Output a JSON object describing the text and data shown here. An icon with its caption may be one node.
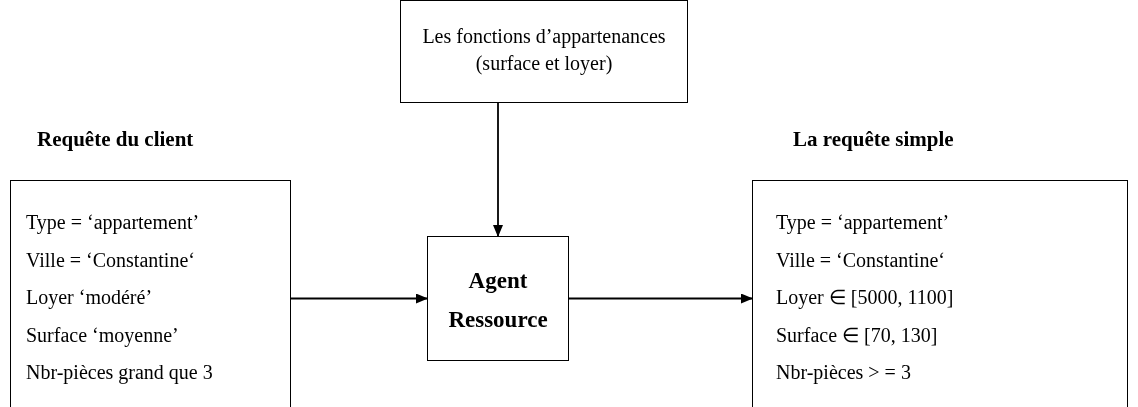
{
  "diagram": {
    "nodes": [
      {
        "text": [
          "Les fonctions d’appartenances (surface et loyer)"
        ]
      },
      {
        "text": [
          "Requête du client",
          "Type = ‘appartement’",
          "Ville  =  ‘Constantine‘",
          "Loyer ‘modéré’",
          "Surface ‘moyenne’",
          "Nbr-pièces grand que 3"
        ]
      },
      {
        "text": [
          "Agent Ressource"
        ]
      },
      {
        "text": [
          "La  requête simple",
          "Type = ‘appartement’",
          "Ville = ‘Constantine‘",
          "Loyer ∈ [5000, 1100]",
          "Surface ∈ [70, 130]",
          "Nbr-pièces > = 3"
        ]
      }
    ],
    "edges": [
      {
        "from": 0,
        "to": 2,
        "arrow": "to"
      },
      {
        "from": 1,
        "to": 2,
        "arrow": "to"
      },
      {
        "from": 2,
        "to": 3,
        "arrow": "to"
      }
    ]
  }
}
